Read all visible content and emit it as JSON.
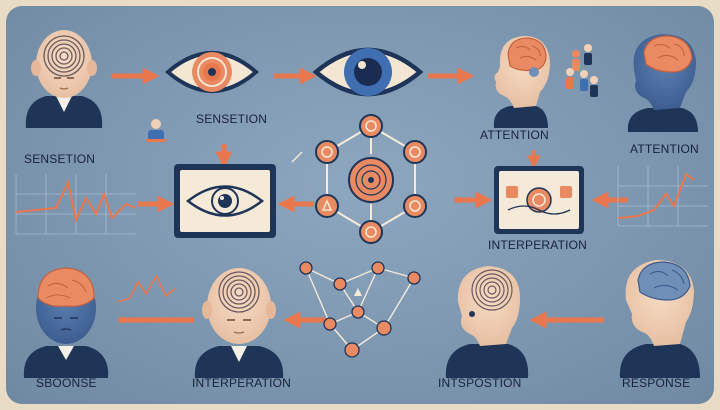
{
  "labels": {
    "sensation_top": "SENSETION",
    "sensation_left": "SENSETION",
    "attention_mid": "ATTENTION",
    "attention_right": "ATTENTION",
    "interpretation_right": "INTERPERATION",
    "response_left": "SBOONSE",
    "interpretation_bottom": "INTERPERATION",
    "introspection_bottom": "INTSPOSTION",
    "response_right": "RESPONSE"
  },
  "colors": {
    "accent": "#e9774e",
    "navy": "#1f3558",
    "skin": "#f1d2b8",
    "brain": "#e98a63",
    "brain_blue": "#6f8fb7",
    "panel": "#7f98b2",
    "screen": "#f5ead8"
  },
  "icons": [
    "head-icon",
    "eye-icon",
    "brain-icon",
    "network-icon",
    "monitor-icon",
    "arrow-icon",
    "person-icon",
    "chart-icon"
  ]
}
